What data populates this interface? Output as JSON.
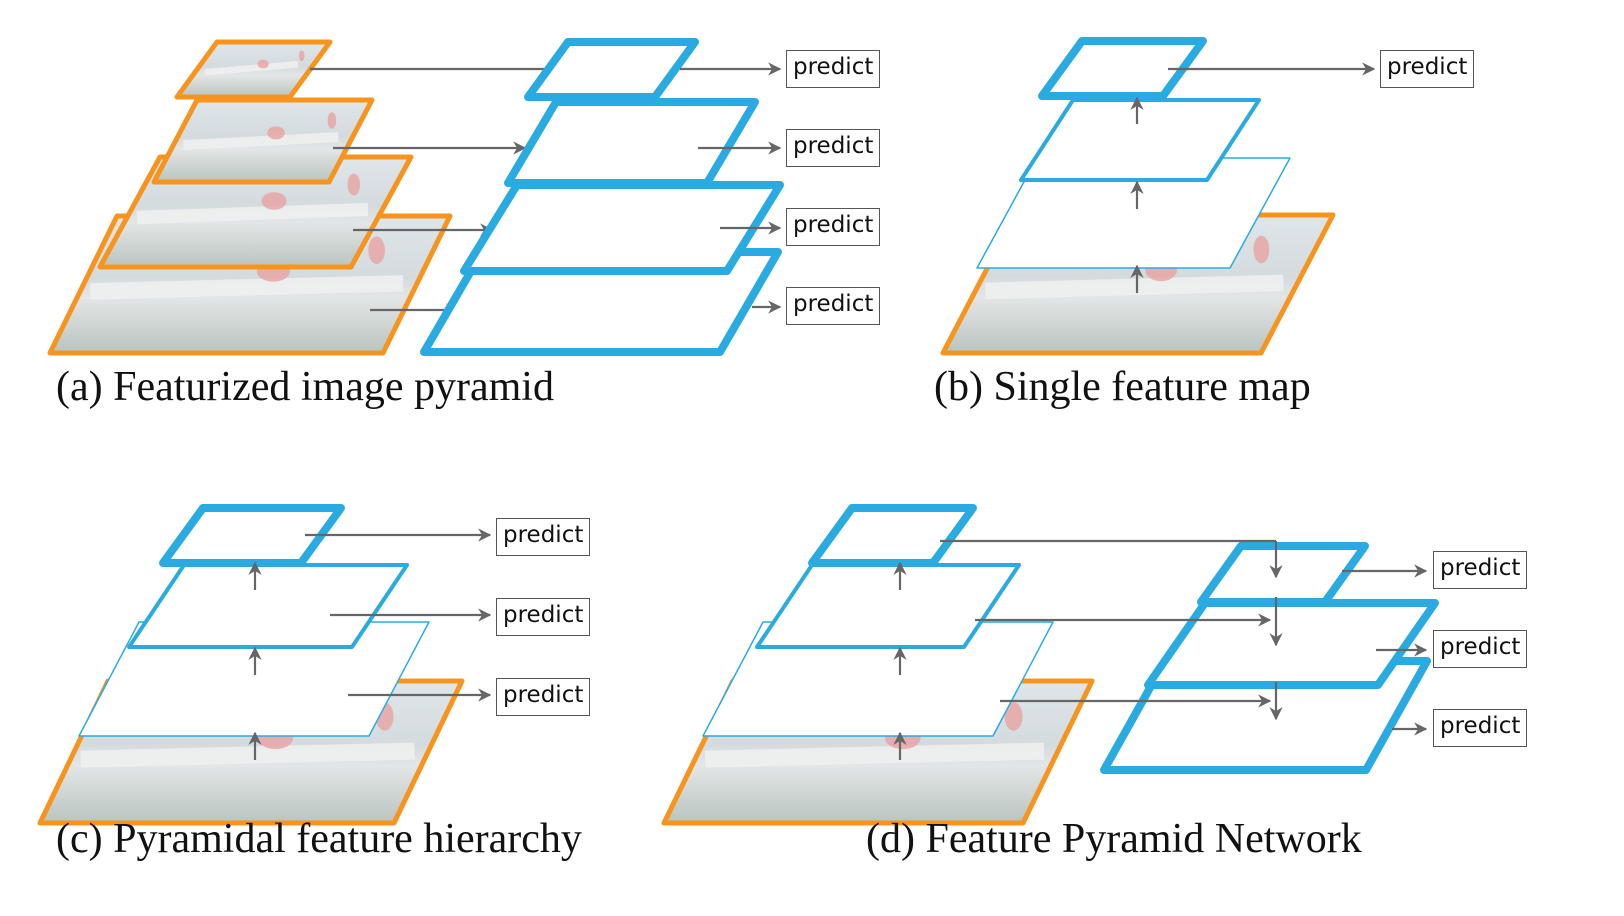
{
  "figure": {
    "colors": {
      "image_border": "#F7941D",
      "feature_map": "#29ABE2",
      "arrow": "#666666",
      "photo_tint": "#C9D3D6"
    },
    "panels": [
      {
        "id": "a",
        "caption": "(a) Featurized image pyramid",
        "predict_labels": [
          "predict",
          "predict",
          "predict",
          "predict"
        ]
      },
      {
        "id": "b",
        "caption": "(b) Single feature map",
        "predict_labels": [
          "predict"
        ]
      },
      {
        "id": "c",
        "caption": "(c) Pyramidal feature hierarchy",
        "predict_labels": [
          "predict",
          "predict",
          "predict"
        ]
      },
      {
        "id": "d",
        "caption": "(d) Feature Pyramid Network",
        "predict_labels": [
          "predict",
          "predict",
          "predict"
        ]
      }
    ]
  }
}
